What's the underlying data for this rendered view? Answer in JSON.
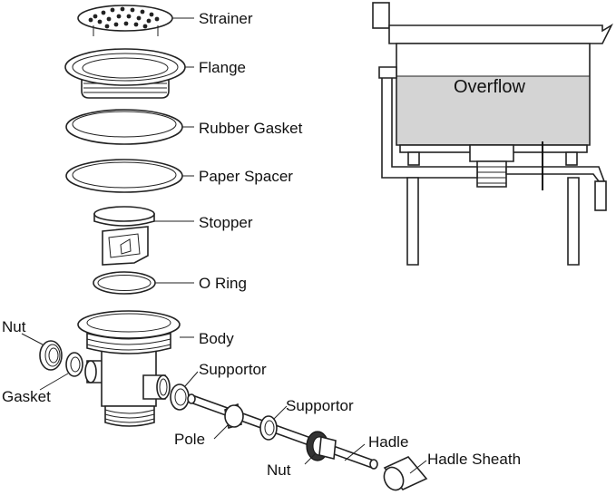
{
  "labels": {
    "strainer": "Strainer",
    "flange": "Flange",
    "rubber_gasket": "Rubber Gasket",
    "paper_spacer": "Paper Spacer",
    "stopper": "Stopper",
    "o_ring": "O Ring",
    "body": "Body",
    "nut_left": "Nut",
    "gasket": "Gasket",
    "supportor_1": "Supportor",
    "supportor_2": "Supportor",
    "pole": "Pole",
    "hadle": "Hadle",
    "nut_bottom": "Nut",
    "hadle_sheath": "Hadle Sheath",
    "overflow": "Overflow"
  },
  "colors": {
    "line": "#222222",
    "water": "#d4d4d4",
    "part_fill": "#ffffff"
  }
}
